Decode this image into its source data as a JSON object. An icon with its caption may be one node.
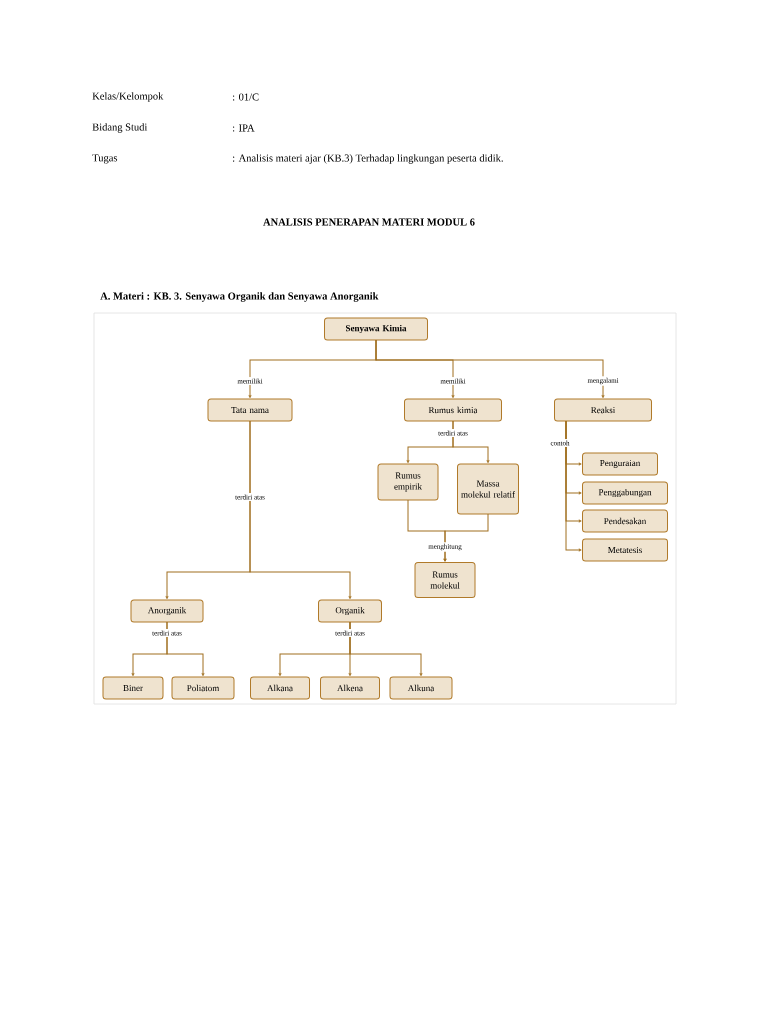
{
  "diagram": {
    "title": "ANALISIS PENERAPAN MATERI MODUL 6",
    "nodes": [
      {
        "text": [
          "Senyawa Kimia"
        ]
      },
      {
        "text": [
          "Tata nama"
        ]
      },
      {
        "text": [
          "Rumus kimia"
        ]
      },
      {
        "text": [
          "Reaksi"
        ]
      },
      {
        "text": [
          "Rumus empirik"
        ]
      },
      {
        "text": [
          "Massa molekul relatif"
        ]
      },
      {
        "text": [
          "Rumus molekul"
        ]
      },
      {
        "text": [
          "Penguraian"
        ]
      },
      {
        "text": [
          "Penggabungan"
        ]
      },
      {
        "text": [
          "Pendesakan"
        ]
      },
      {
        "text": [
          "Metatesis"
        ]
      },
      {
        "text": [
          "Anorganik"
        ]
      },
      {
        "text": [
          "Organik"
        ]
      },
      {
        "text": [
          "Biner"
        ]
      },
      {
        "text": [
          "Poliatom"
        ]
      },
      {
        "text": [
          "Alkana"
        ]
      },
      {
        "text": [
          "Alkena"
        ]
      },
      {
        "text": [
          "Alkuna"
        ]
      }
    ],
    "edges": [
      {
        "from": 0,
        "to": 1,
        "arrow": "to",
        "label": "memiliki"
      },
      {
        "from": 0,
        "to": 2,
        "arrow": "to",
        "label": "memiliki"
      },
      {
        "from": 0,
        "to": 3,
        "arrow": "to",
        "label": "mengalami"
      },
      {
        "from": 1,
        "to": 11,
        "arrow": "to",
        "label": "terdiri atas"
      },
      {
        "from": 1,
        "to": 12,
        "arrow": "to"
      },
      {
        "from": 2,
        "to": 4,
        "arrow": "to",
        "label": "terdiri atas"
      },
      {
        "from": 2,
        "to": 5,
        "arrow": "to"
      },
      {
        "from": 4,
        "to": 6,
        "arrow": "to",
        "label": "menghitung"
      },
      {
        "from": 5,
        "to": 6,
        "arrow": "to"
      },
      {
        "from": 3,
        "to": 7,
        "arrow": "to",
        "label": "contoh"
      },
      {
        "from": 3,
        "to": 8,
        "arrow": "to"
      },
      {
        "from": 3,
        "to": 9,
        "arrow": "to"
      },
      {
        "from": 3,
        "to": 10,
        "arrow": "to"
      },
      {
        "from": 11,
        "to": 13,
        "arrow": "to",
        "label": "terdiri atas"
      },
      {
        "from": 11,
        "to": 14,
        "arrow": "to"
      },
      {
        "from": 12,
        "to": 15,
        "arrow": "to",
        "label": "terdiri atas"
      },
      {
        "from": 12,
        "to": 16,
        "arrow": "to"
      },
      {
        "from": 12,
        "to": 17,
        "arrow": "to"
      }
    ],
    "labels": [
      "Kelas/Kelompok",
      ": 01/C",
      "Bidang Studi",
      ": IPA",
      "Tugas",
      ": Analisis materi ajar (KB.3) Terhadap lingkungan peserta didik.",
      "A.  Materi : KB. 3. Senyawa Organik dan Senyawa Anorganik"
    ]
  }
}
